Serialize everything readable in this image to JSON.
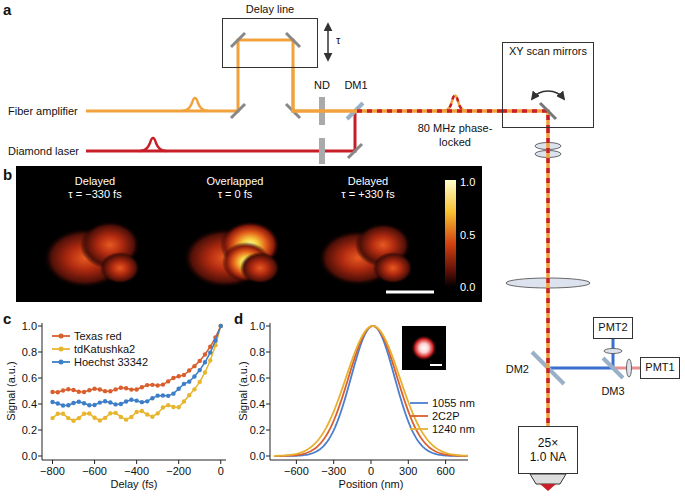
{
  "diagram": {
    "nodes": [
      {
        "text": [
          "Delay line"
        ]
      },
      {
        "text": [
          "XY scan mirrors"
        ]
      },
      {
        "text": [
          "PMT2"
        ]
      },
      {
        "text": [
          "PMT1"
        ]
      },
      {
        "text": [
          "25× 1.0 NA"
        ]
      }
    ],
    "edges": [
      {
        "from": 0,
        "to": 1,
        "arrow": "none"
      },
      {
        "from": 1,
        "to": 4,
        "arrow": "none"
      }
    ],
    "labels": [
      "a",
      "τ",
      "Fiber amplifier",
      "Diamond laser",
      "ND",
      "DM1",
      "80 MHz phase-locked",
      "DM2",
      "DM3",
      "b",
      "Delayed",
      "τ = −330 fs",
      "Overlapped",
      "τ = 0 fs",
      "Delayed",
      "τ = +330 fs",
      "1.0",
      "0.5",
      "0.0",
      "c",
      "Signal (a.u.)",
      "0.0",
      "0.2",
      "0.4",
      "0.6",
      "0.8",
      "1.0",
      "−800",
      "−600",
      "−400",
      "−200",
      "0",
      "Delay (fs)",
      "d",
      "Signal (a.u.)",
      "0.0",
      "0.2",
      "0.4",
      "0.6",
      "0.8",
      "1.0",
      "−600",
      "−300",
      "0",
      "300",
      "600",
      "Position (nm)"
    ],
    "legend": [
      {
        "text": "Texas red"
      },
      {
        "text": "tdKatushka2"
      },
      {
        "text": "Hoechst 33342"
      },
      {
        "text": "1055 nm"
      },
      {
        "text": "2C2P"
      },
      {
        "text": "1240 nm"
      }
    ]
  }
}
